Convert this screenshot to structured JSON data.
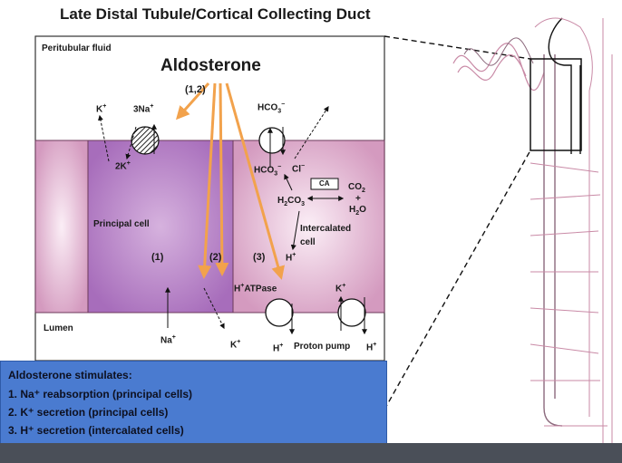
{
  "title": "Late Distal Tubule/Cortical Collecting Duct",
  "diagram": {
    "peritubular": "Peritubular fluid",
    "hormone": "Aldosterone",
    "refs": "(1,2)",
    "k_top": "K",
    "na3": "3Na",
    "k2": "2K",
    "hco3_top": "HCO",
    "hco3_mid": "HCO",
    "cl": "Cl",
    "ca": "CA",
    "co2": "CO",
    "plus": "+",
    "h2o": "H",
    "h2co3": "H",
    "principal_cell": "Principal cell",
    "intercalated": "Intercalated",
    "cell": "cell",
    "h_mid": "H",
    "step1": "(1)",
    "step2": "(2)",
    "step3": "(3)",
    "h_atpase": "H",
    "k_lumen_pump": "K",
    "lumen": "Lumen",
    "na_lumen": "Na",
    "k_lumen": "K",
    "h_bottom": "H",
    "proton_pump": "Proton pump",
    "h_right": "H"
  },
  "summary": {
    "heading": "Aldosterone stimulates:",
    "items": [
      "1.  Na⁺ reabsorption (principal cells)",
      "2.  K⁺ secretion (principal cells)",
      "3.  H⁺ secretion (intercalated cells)"
    ]
  },
  "colors": {
    "cell_pink": "#d7a0c4",
    "principal_purple": "#b27ac2",
    "arrow_orange": "#f2a24c",
    "panel_blue": "#4a7bd0",
    "nephron_pink": "#c98aa6"
  }
}
